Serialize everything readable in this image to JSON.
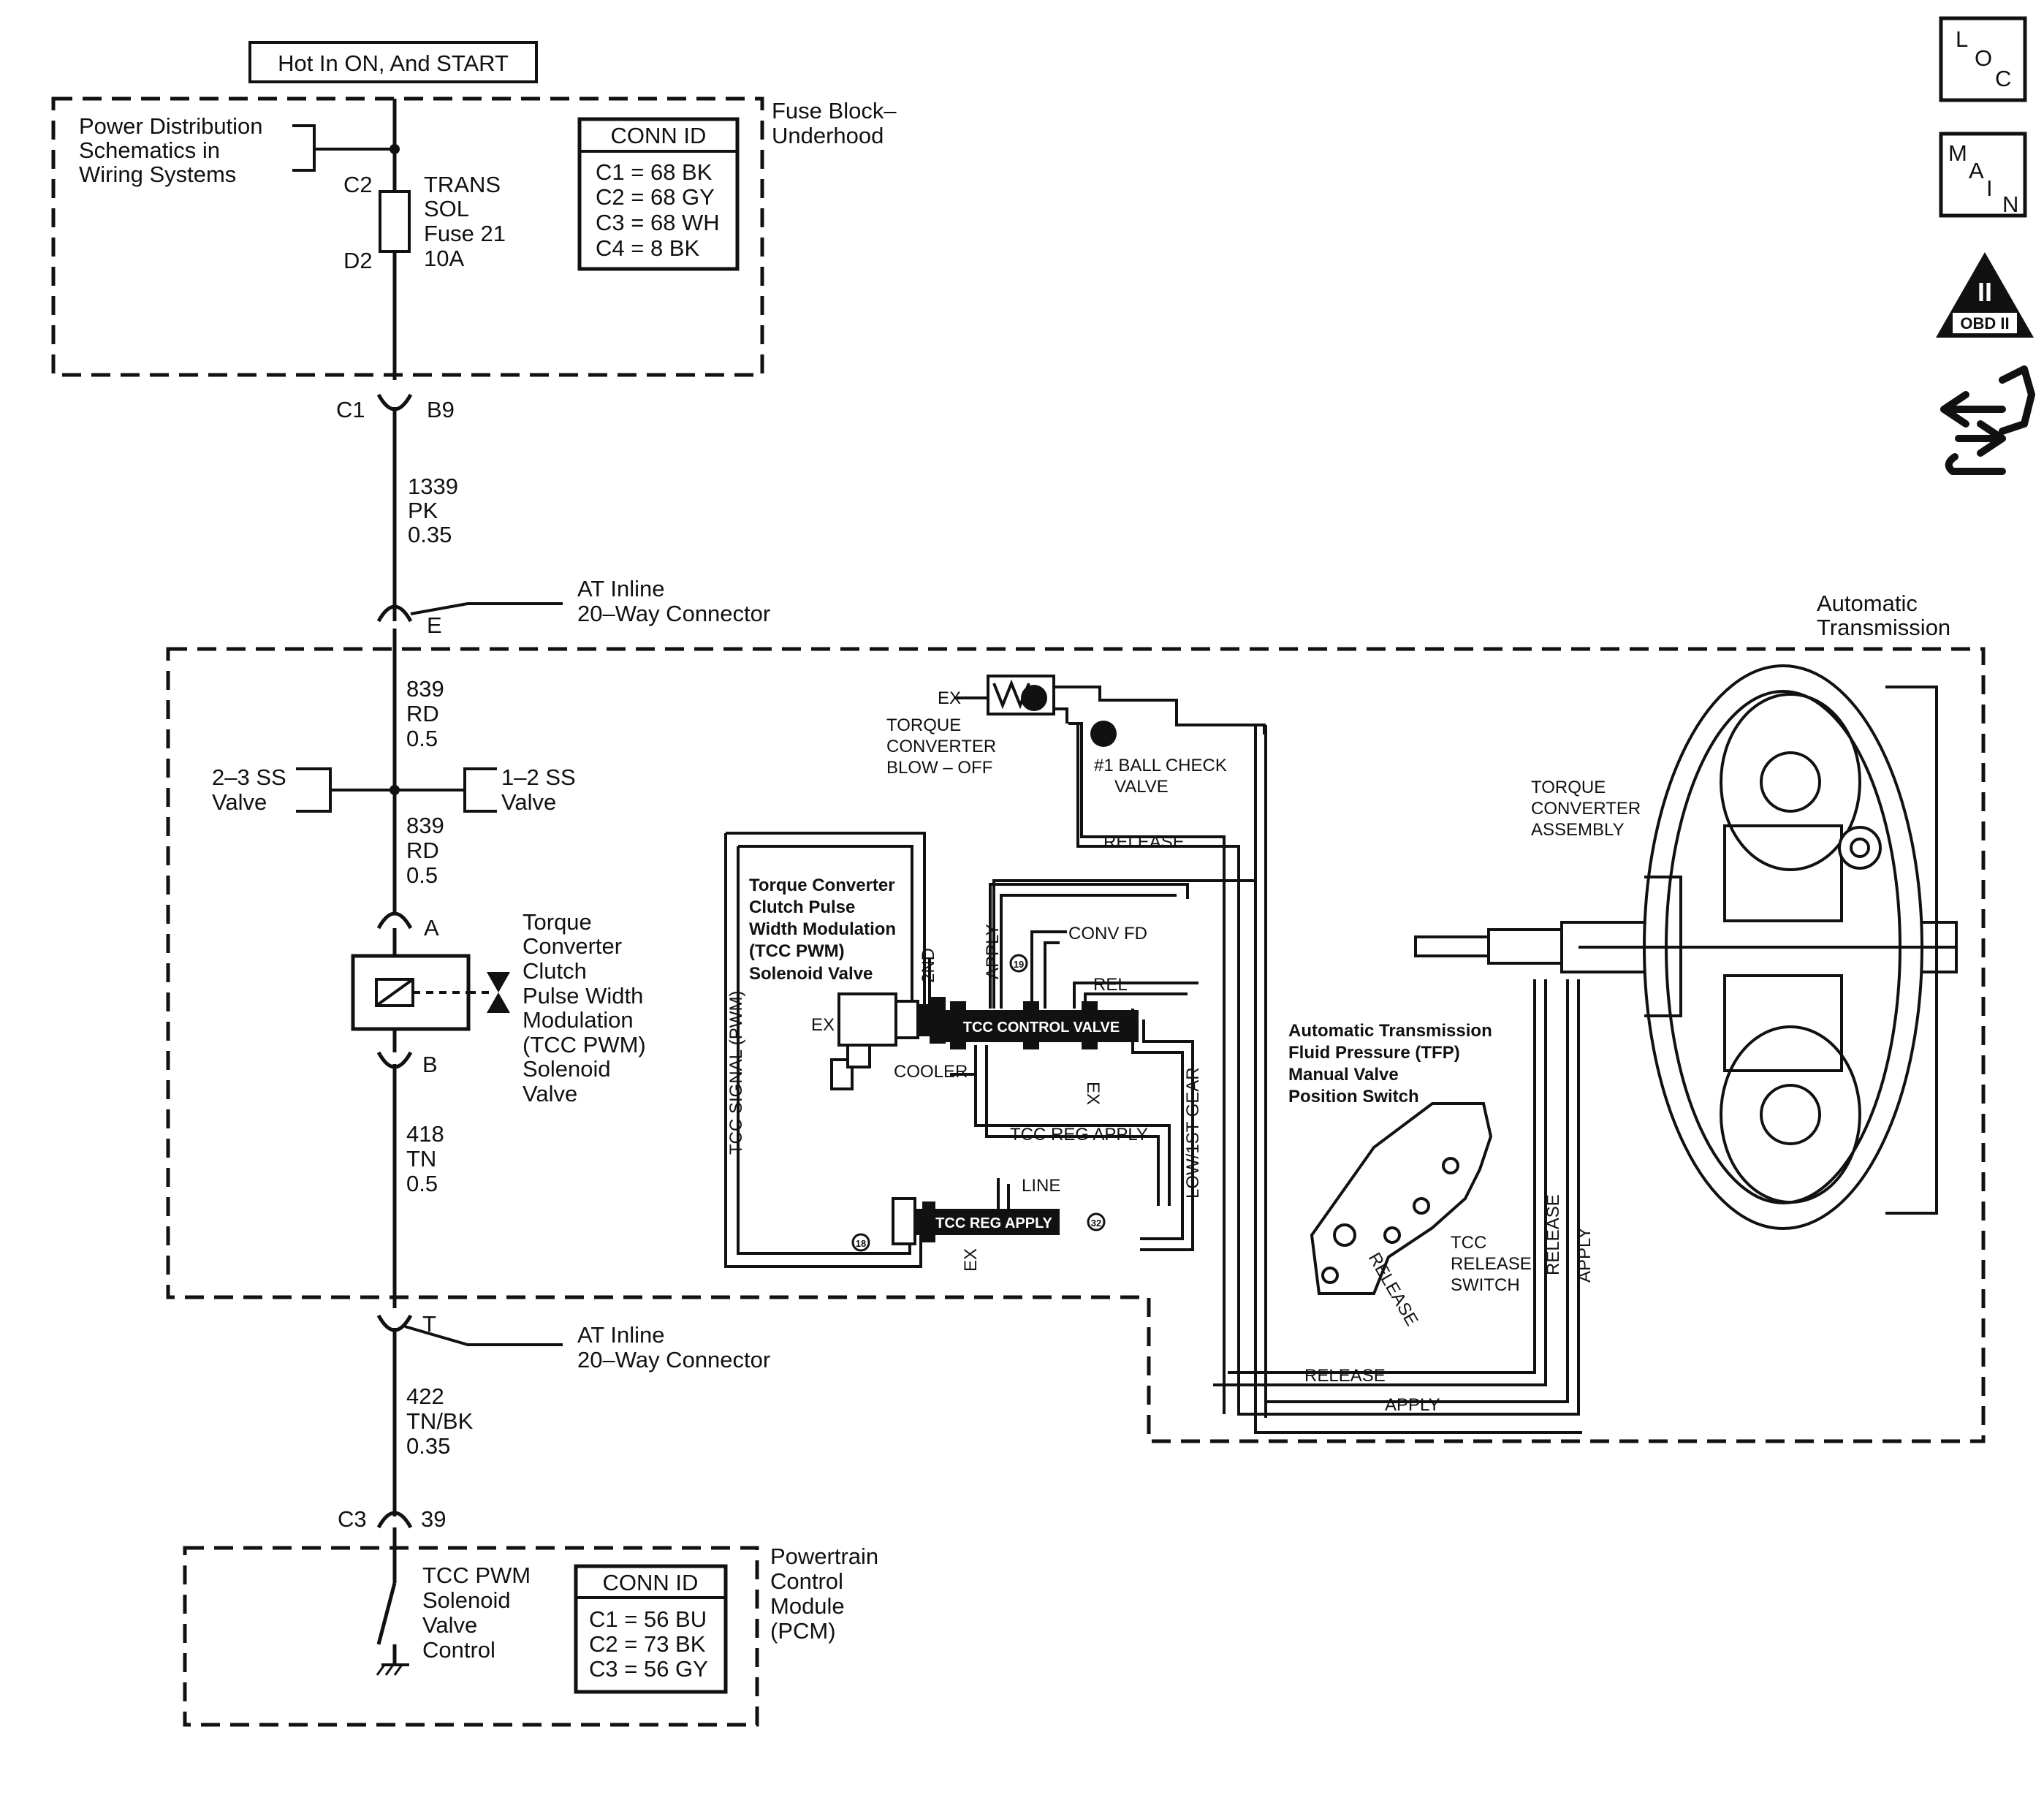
{
  "power": {
    "hot_in": "Hot In ON, And START",
    "pds_label": [
      "Power Distribution",
      "Schematics in",
      "Wiring Systems"
    ],
    "fuse_block": [
      "Fuse Block–",
      "Underhood"
    ],
    "fuse_label": [
      "TRANS",
      "SOL",
      "Fuse 21",
      "10A"
    ],
    "pin_top": "C2",
    "pin_bottom": "D2",
    "conn_id": {
      "title": "CONN ID",
      "rows": [
        "C1 = 68 BK",
        "C2 = 68 GY",
        "C3 = 68 WH",
        "C4 = 8 BK"
      ]
    }
  },
  "wires": {
    "c1": "C1",
    "b9": "B9",
    "w1339": [
      "1339",
      "PK",
      "0.35"
    ],
    "inline_top": [
      "AT Inline",
      "20–Way Connector"
    ],
    "pin_e": "E",
    "w839a": [
      "839",
      "RD",
      "0.5"
    ],
    "ss23": [
      "2–3 SS",
      "Valve"
    ],
    "ss12": [
      "1–2 SS",
      "Valve"
    ],
    "w839b": [
      "839",
      "RD",
      "0.5"
    ],
    "pin_a": "A",
    "pin_b": "B",
    "sol_label": [
      "Torque",
      "Converter",
      "Clutch",
      "Pulse Width",
      "Modulation",
      "(TCC PWM)",
      "Solenoid",
      "Valve"
    ],
    "w418": [
      "418",
      "TN",
      "0.5"
    ],
    "pin_t": "T",
    "inline_bottom": [
      "AT Inline",
      "20–Way Connector"
    ],
    "w422": [
      "422",
      "TN/BK",
      "0.35"
    ],
    "c3": "C3",
    "p39": "39"
  },
  "pcm": {
    "label": [
      "Powertrain",
      "Control",
      "Module",
      "(PCM)"
    ],
    "control_label": [
      "TCC PWM",
      "Solenoid",
      "Valve",
      "Control"
    ],
    "conn_id": {
      "title": "CONN ID",
      "rows": [
        "C1 = 56 BU",
        "C2 = 73 BK",
        "C3 = 56 GY"
      ]
    }
  },
  "transmission": {
    "label": [
      "Automatic",
      "Transmission"
    ],
    "blowoff": [
      "TORQUE",
      "CONVERTER",
      "BLOW – OFF"
    ],
    "ex": "EX",
    "ball_check": [
      "#1 BALL CHECK",
      "VALVE"
    ],
    "release": "RELEASE",
    "apply": "APPLY",
    "tcc_pwm_title": [
      "Torque Converter",
      "Clutch Pulse",
      "Width Modulation",
      "(TCC PWM)",
      "Solenoid Valve"
    ],
    "second": "2ND",
    "conv_fd": "CONV FD",
    "rel": "REL",
    "tcc_control_valve": "TCC CONTROL VALVE",
    "cooler": "COOLER",
    "tcc_reg_apply": "TCC REG APPLY",
    "line": "LINE",
    "tcc_reg_apply_valve": "TCC REG APPLY",
    "tcc_signal": "TCC SIGNAL (PWM)",
    "low_gear": "LOW/1ST GEAR",
    "n19": "19",
    "n18": "18",
    "n32": "32",
    "tc_assembly": [
      "TORQUE",
      "CONVERTER",
      "ASSEMBLY"
    ],
    "tfp_title": [
      "Automatic Transmission",
      "Fluid Pressure (TFP)",
      "Manual Valve",
      "Position Switch"
    ],
    "tcc_release_switch": [
      "TCC",
      "RELEASE",
      "SWITCH"
    ]
  },
  "nav": {
    "loc": [
      "L",
      "O",
      "C"
    ],
    "main": [
      "M",
      "A",
      "I",
      "N"
    ],
    "obd": [
      "II",
      "OBD II"
    ]
  }
}
